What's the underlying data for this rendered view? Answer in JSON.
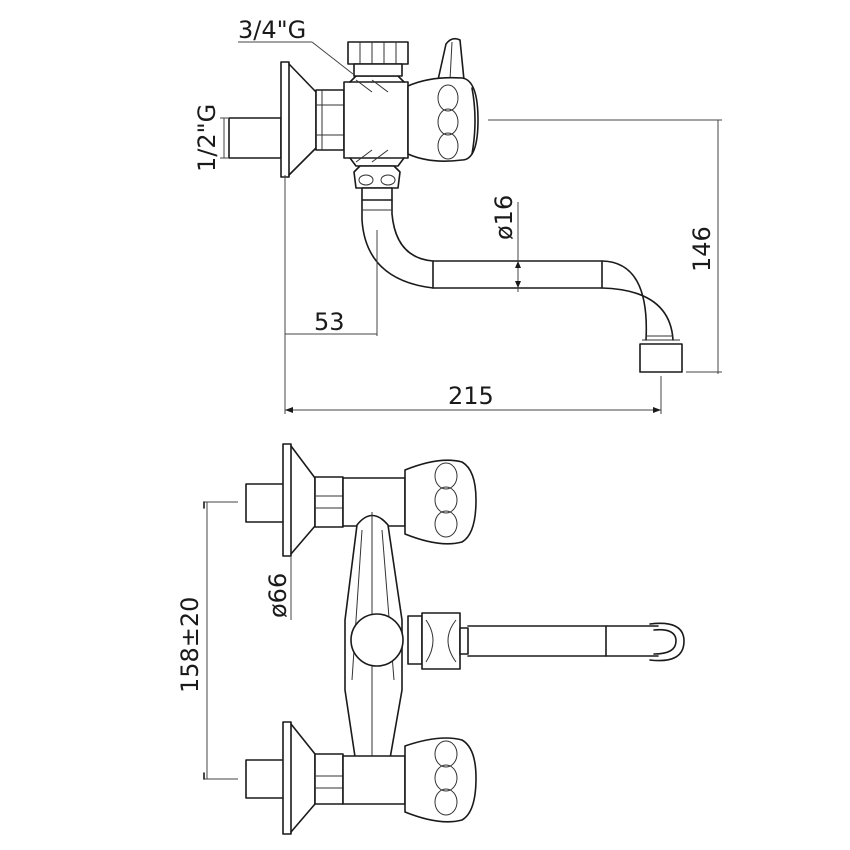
{
  "drawing": {
    "title": "Wall-mounted tap with swivel spout - technical drawing",
    "side_view": {
      "labels": {
        "inlet_thread": "3/4\"G",
        "wall_thread": "1/2\"G",
        "spout_diameter": "ø16",
        "height": "146",
        "spout_offset": "53",
        "projection": "215"
      }
    },
    "front_view": {
      "labels": {
        "rosette_diameter": "ø66",
        "center_distance": "158±20"
      }
    }
  }
}
